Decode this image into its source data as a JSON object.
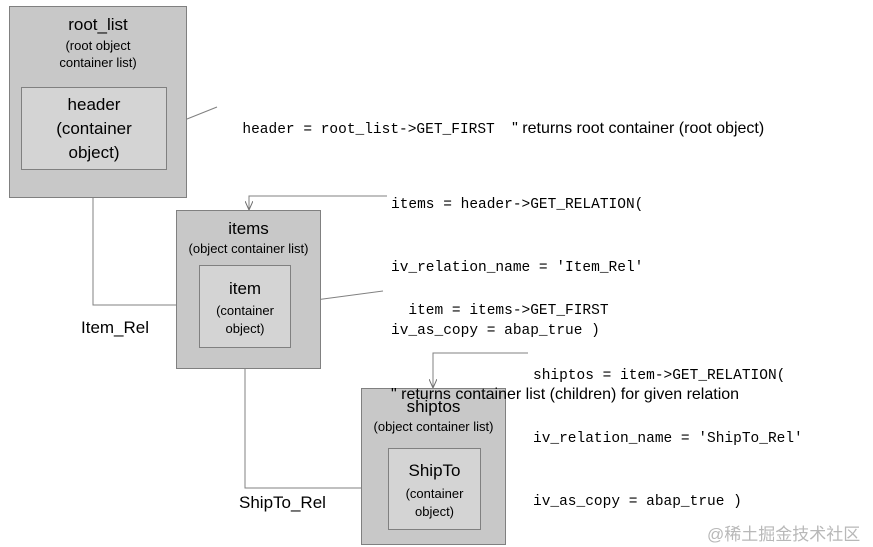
{
  "root_list": {
    "title": "root_list",
    "subtitle_l1": "(root object",
    "subtitle_l2": "container list)"
  },
  "header": {
    "l1": "header",
    "l2": "(container",
    "l3": "object)"
  },
  "items": {
    "title": "items",
    "subtitle": "(object container list)"
  },
  "item": {
    "title": "item",
    "l2": "(container",
    "l3": "object)"
  },
  "shiptos": {
    "title": "shiptos",
    "subtitle": "(object container list)"
  },
  "shipto": {
    "title": "ShipTo",
    "l2": "(container",
    "l3": "object)"
  },
  "code1": {
    "code": "header = root_list->GET_FIRST",
    "comment": "\" returns root container (root object)"
  },
  "code2": {
    "l1": "items = header->GET_RELATION(",
    "l2": "iv_relation_name = 'Item_Rel'",
    "l3": "iv_as_copy = abap_true )",
    "comment": "\" returns container list (children) for given relation"
  },
  "code3": {
    "code": "item = items->GET_FIRST"
  },
  "code4": {
    "l1": "shiptos = item->GET_RELATION(",
    "l2": "iv_relation_name = 'ShipTo_Rel'",
    "l3": "iv_as_copy = abap_true )"
  },
  "labels": {
    "item_rel": "Item_Rel",
    "shipto_rel": "ShipTo_Rel"
  },
  "watermark": "@稀土掘金技术社区",
  "colors": {
    "outer_box": "#c8c8c8",
    "inner_box": "#d4d4d4",
    "border": "#808080",
    "line": "#808080"
  }
}
